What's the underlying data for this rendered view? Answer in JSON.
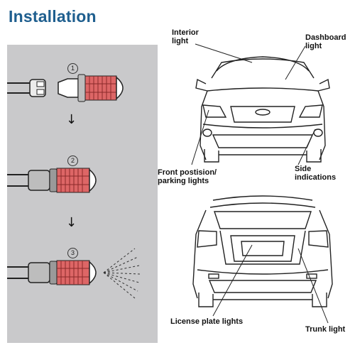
{
  "title": "Installation",
  "steps": [
    {
      "number": "1",
      "icon": "bulb-separated-icon"
    },
    {
      "number": "2",
      "icon": "bulb-inserted-icon"
    },
    {
      "number": "3",
      "icon": "bulb-lit-icon"
    }
  ],
  "arrows": [
    "↓",
    "↓"
  ],
  "front_view": {
    "icon": "car-front-icon",
    "labels": {
      "interior": "Interior\nlight",
      "dashboard": "Dashboard\nlight",
      "front_position": "Front postision/\nparking  lights",
      "side": "Side\nindications"
    }
  },
  "rear_view": {
    "icon": "car-rear-icon",
    "labels": {
      "license": "License plate lights",
      "trunk": "Trunk light"
    }
  }
}
